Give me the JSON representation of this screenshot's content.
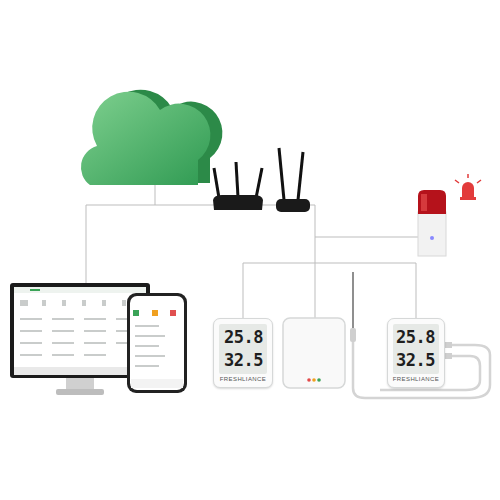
{
  "diagram": {
    "nodes": [
      {
        "text": [
          "25.8",
          "32.5",
          "FRESHLIANCE"
        ]
      },
      {
        "text": [
          "25.8",
          "32.5",
          "FRESHLIANCE"
        ]
      }
    ],
    "edges": [
      {
        "from": 0,
        "to": 1,
        "arrow": "none"
      }
    ]
  }
}
